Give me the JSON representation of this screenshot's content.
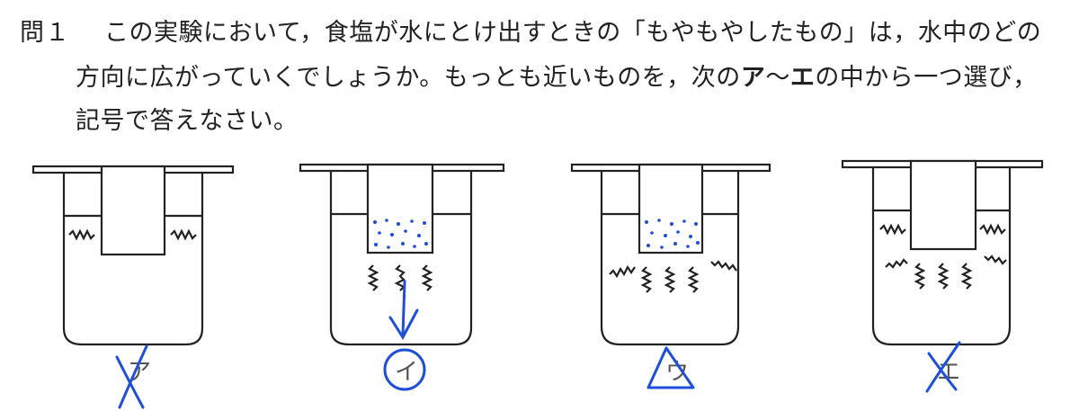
{
  "question": {
    "number": "問１",
    "line1": "この実験において，食塩が水にとけ出すときの「もやもやしたもの」は，水中のどの",
    "line2_a": "方向に広がっていくでしょうか。もっとも近いものを，次の",
    "line2_bold1": "ア",
    "line2_b": "～",
    "line2_bold2": "エ",
    "line2_c": "の中から一つ選び，",
    "line3": "記号で答えなさい。"
  },
  "choices": [
    {
      "label": "ア",
      "mark": "cross"
    },
    {
      "label": "イ",
      "mark": "circle"
    },
    {
      "label": "ウ",
      "mark": "triangle"
    },
    {
      "label": "エ",
      "mark": "cross"
    }
  ],
  "colors": {
    "ink": "#1d4fd8",
    "line": "#222222"
  }
}
